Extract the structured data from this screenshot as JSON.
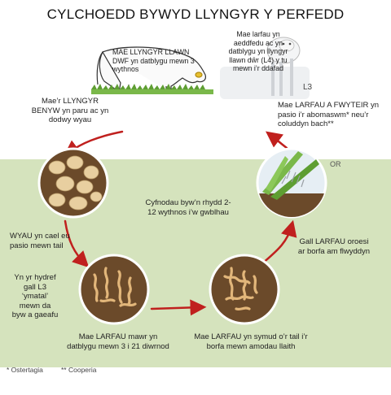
{
  "title": "CYLCHOEDD BYWYD LLYNGYR Y PERFEDD",
  "labels": {
    "cow_adult_worms": "MAE LLYNGYR LLAWN DWF yn datblygu mewn 3 wythnos",
    "sheep_larvae_drink": "Mae larfau yn aeddfedu ac yn datblygu yn llyngyr llawn dŵr (L4) y tu mewn i’r ddafad",
    "l3": "L3",
    "female_worms": "Mae’r LLYNGYR BENYW yn paru ac yn dodwy wyau",
    "eaten_larvae": "Mae LARFAU A FWYTEIR yn pasio i’r abomaswm* neu’r coluddyn bach**",
    "or": "OR",
    "life_stages": "Cyfnodau byw’n rhydd 2-12 wythnos i’w gwblhau",
    "eggs_passed": "WYAU yn cael eu pasio mewn tail",
    "l3_winter": "Yn yr hydref gall L3 ‘ymatal’ mewn da byw a gaeafu",
    "larvae_develop": "Mae LARFAU mawr yn datblygu mewn 3 i 21 diwrnod",
    "larvae_move": "Mae LARFAU yn symud o’r tail i’r borfa mewn amodau llaith",
    "pasture_larvae": "Gall LARFAU oroesi ar borfa am flwyddyn"
  },
  "footnotes": {
    "abomasum": "* Ostertagia",
    "intestine": "** Cooperia"
  },
  "colors": {
    "arrow": "#c0201e",
    "green_band": "#d5e3bd",
    "dung": "#6b4a2a",
    "egg": "#e8cfa0",
    "larva": "#e2b67a",
    "grass": "#7ab84a"
  }
}
